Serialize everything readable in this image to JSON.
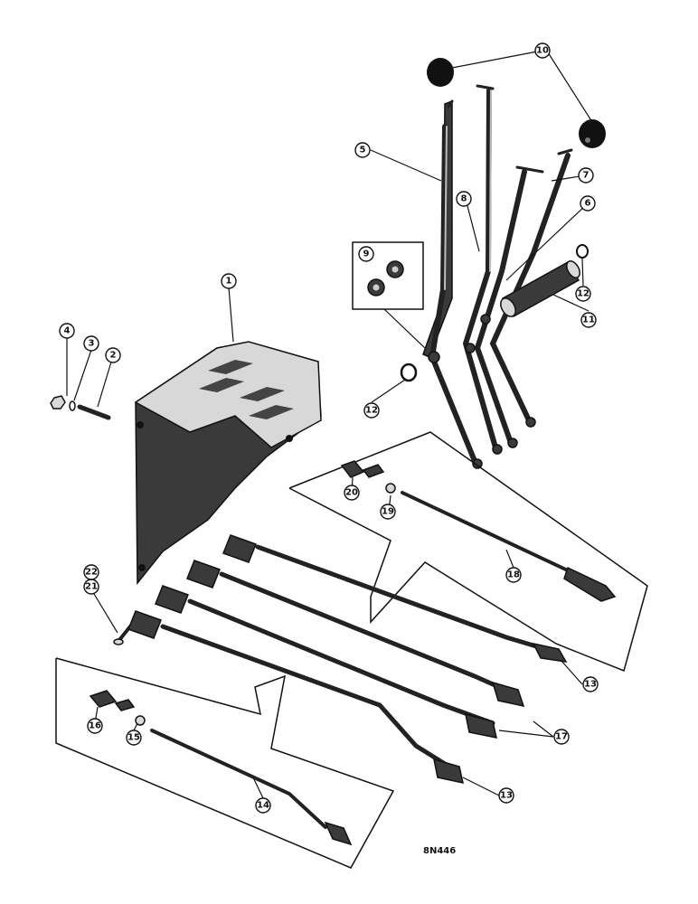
{
  "callouts": {
    "c1": "1",
    "c2": "2",
    "c3": "3",
    "c4": "4",
    "c5": "5",
    "c6": "6",
    "c7": "7",
    "c8": "8",
    "c9": "9",
    "c10": "10",
    "c11": "11",
    "c12a": "12",
    "c12b": "12",
    "c13a": "13",
    "c13b": "13",
    "c14": "14",
    "c15": "15",
    "c16": "16",
    "c17": "17",
    "c18": "18",
    "c19": "19",
    "c20": "20",
    "c21": "21",
    "c22": "22"
  },
  "drawing_code": "8N446"
}
